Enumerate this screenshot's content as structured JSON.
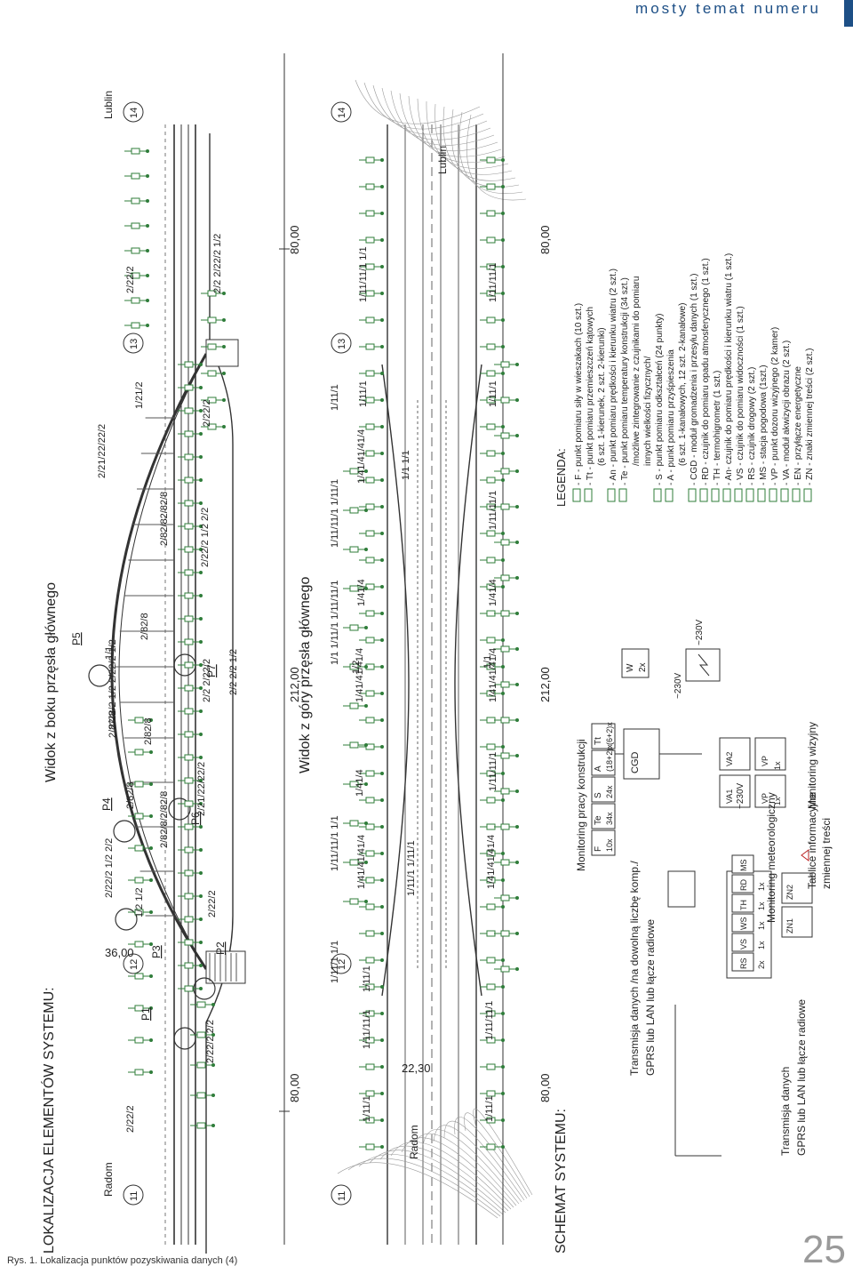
{
  "header": {
    "prefix": "mosty",
    "topic": "temat numeru"
  },
  "caption": "Rys. 1. Lokalizacja punktów pozyskiwania danych (4)",
  "page_number": "25",
  "colors": {
    "accent": "#1d4f86",
    "sensor": "#2f7d3a",
    "structure": "#333333"
  },
  "titles": {
    "location": "LOKALIZACJA ELEMENTÓW SYSTEMU:",
    "side_view": "Widok z boku przęsła głównego",
    "top_view": "Widok z góry przęsła głównego",
    "schema": "SCHEMAT SYSTEMU:"
  },
  "places": {
    "start": "Radom",
    "end": "Lublin"
  },
  "supports": [
    "11",
    "12",
    "13",
    "14"
  ],
  "dimensions": {
    "span_left": "80,00",
    "span_main": "212,00",
    "span_right": "80,00",
    "height": "36,00",
    "offset": "22,30"
  },
  "points": [
    "P1",
    "P2",
    "P3",
    "P4",
    "P5",
    "P6",
    "P7"
  ],
  "side_labels": [
    "2/22/2",
    "2/22/2 2/2",
    "1/2 1/2",
    "2/22/2",
    "2/22/2 1/2 2/2",
    "2/82/8",
    "2/82/8/2/82/8",
    "2/21/22/22/2",
    "2/22/2 1/2 2/22/2 1/2",
    "2/82/8",
    "2/82/8",
    "1/1",
    "2/2 2/22/2",
    "2/2 2/2 1/2",
    "2/82/8",
    "2/22/2 1/2 2/2",
    "2/82/82/82/8",
    "2/21/22/22/2",
    "1/21/2",
    "2/22/2",
    "2/2 2/22/2 1/2",
    "2/22/2"
  ],
  "top_labels": [
    "1/11/1",
    "1/11/11/1",
    "1/11/1",
    "1/11/11/1",
    "1/11/1",
    "1/11/1 1/1",
    "1/11/11/1 1/1",
    "1/41/41/41/4",
    "1/41/41/41/4",
    "1/11/1 1/11/1",
    "1/41/4",
    "1/41/41/41/4",
    "1/11/11/1",
    "1/41/4",
    "1/1 1/11/1 1/11/11/1",
    "1/2",
    "1/41/41/41/4",
    "1/1",
    "1/41/4",
    "1/11/11/1 1/11/1",
    "1/41/41/41/4",
    "1/11/11/1",
    "1/1 1/1",
    "1/11/1",
    "1/11/1",
    "1/11/11/1 1/1",
    "1/11/1",
    "1/11/11/1"
  ],
  "schema": {
    "transmission_main": [
      "Transmisja danych /na dowolną liczbę komp./",
      "GPRS lub LAN lub łącze radiowe"
    ],
    "transmission_alt": [
      "Transmisja danych",
      "GPRS lub LAN lub łącze radiowe"
    ],
    "groups": {
      "construction": "Monitoring pracy konstrukcji",
      "meteo": "Monitoring meteorologiczny",
      "signs": [
        "Tablice informacyjne",
        "zmiennej treści"
      ],
      "visual": "Monitoring wizyjny"
    },
    "construction_modules": [
      {
        "code": "F",
        "count": "10x"
      },
      {
        "code": "Te",
        "count": "34x"
      },
      {
        "code": "S",
        "count": "24x"
      },
      {
        "code": "A",
        "count": "(18+2)x"
      },
      {
        "code": "Tt",
        "count": "(6+2)x"
      }
    ],
    "hub": "CGD",
    "power_labels": [
      "~230V",
      "~230V",
      "~230V"
    ],
    "w_module": {
      "code": "W",
      "count": "2x"
    },
    "meteo_modules": [
      "RS",
      "VS",
      "WS",
      "TH",
      "RD",
      "MS"
    ],
    "meteo_counts": [
      "2x",
      "1x",
      "1x",
      "1x",
      "1x"
    ],
    "sign_modules": [
      "ZN1",
      "ZN2"
    ],
    "visual_modules": [
      "VA1",
      "VA2",
      "VP",
      "VP"
    ],
    "visual_counts": [
      "1x",
      "1x"
    ]
  },
  "legend": {
    "title": "LEGENDA:",
    "items": [
      "- F - punkt pomiaru siły w wieszakach (10 szt.)",
      "- Tt - punkt pomiaru przemieszczeń kątowych",
      "(6 szt. 1-kierunek, 2 szt. 2-kierunki)",
      "- An - punkt pomiaru prędkości i kierunku wiatru (2 szt.)",
      "- Te - punkt pomiaru temperatury konstrukcji (34 szt.)",
      "/możliwe zintegrowanie z czujnikami do pomiaru",
      "innych wielkości fizycznych/",
      "- S - punkt pomiaru odkształceń (24 punkty)",
      "- A - punkt pomiaru przyśpieszenia",
      "(6 szt. 1-kanałowych, 12 szt. 2-kanałowe)",
      "- CGD - moduł gromadzenia i przesyłu danych (1 szt.)",
      "- RD - czujnik do pomiaru opadu atmosferycznego (1 szt.)",
      "- TH - termohigrometr (1 szt.)",
      "- An- czujnik do pomiaru prędkości i kierunku wiatru (1 szt.)",
      "- VS - czujnik do pomiaru widoczności (1 szt.)",
      "- RS - czujnik drogowy (2 szt.)",
      "- MS - stacja pogodowa (1szt.)",
      "- VP - punkt dozoru wizyjnego (2 kamer)",
      "- VA - moduł akwizycji obrazu (2 szt.)",
      "- EN - przyłącze energetyczne",
      "- ZN - znaki zmiennej treści (2 szt.)"
    ]
  }
}
